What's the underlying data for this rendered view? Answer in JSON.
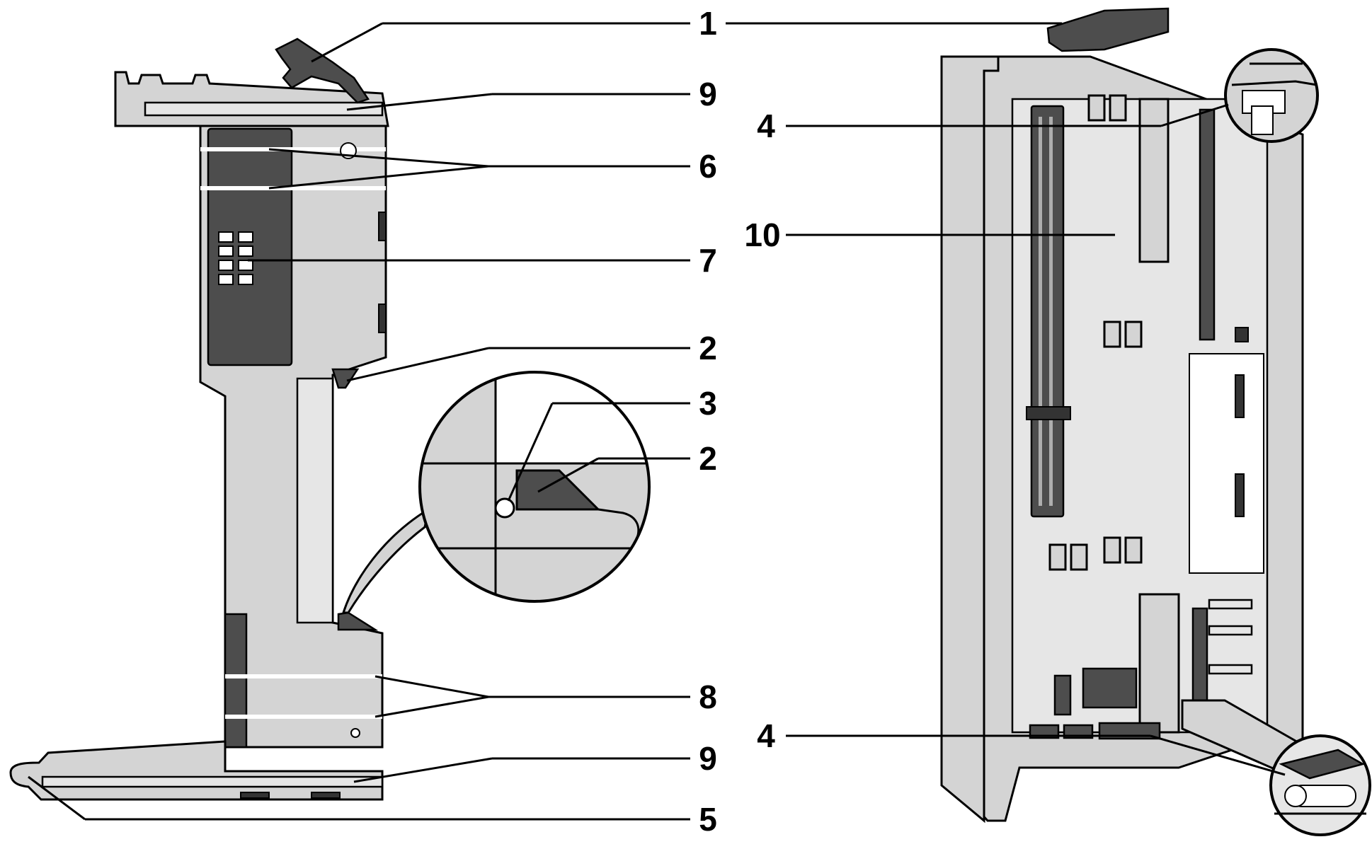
{
  "callouts": [
    {
      "id": "c1",
      "label": "1"
    },
    {
      "id": "c9a",
      "label": "9"
    },
    {
      "id": "c4a",
      "label": "4"
    },
    {
      "id": "c6",
      "label": "6"
    },
    {
      "id": "c10",
      "label": "10"
    },
    {
      "id": "c7",
      "label": "7"
    },
    {
      "id": "c2a",
      "label": "2"
    },
    {
      "id": "c3",
      "label": "3"
    },
    {
      "id": "c2b",
      "label": "2"
    },
    {
      "id": "c8",
      "label": "8"
    },
    {
      "id": "c4b",
      "label": "4"
    },
    {
      "id": "c9b",
      "label": "9"
    },
    {
      "id": "c5",
      "label": "5"
    }
  ]
}
